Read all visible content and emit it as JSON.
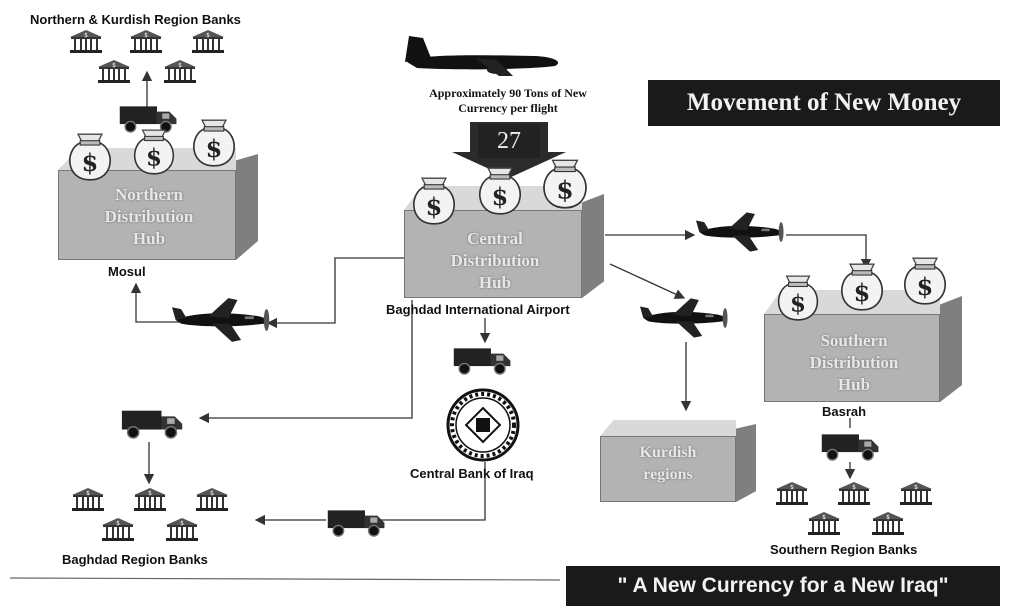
{
  "title": "Movement of New Money",
  "slogan": "\" A New Currency for a New Iraq\"",
  "flight": {
    "caption_line1": "Approximately 90 Tons of New",
    "caption_line2": "Currency per flight",
    "count": "27"
  },
  "hubs": {
    "northern": {
      "line1": "Northern",
      "line2": "Distribution",
      "line3": "Hub",
      "location": "Mosul"
    },
    "central": {
      "line1": "Central",
      "line2": "Distribution",
      "line3": "Hub",
      "location": "Baghdad International Airport"
    },
    "southern": {
      "line1": "Southern",
      "line2": "Distribution",
      "line3": "Hub",
      "location": "Basrah"
    },
    "kurdish": {
      "line1": "Kurdish",
      "line2": "regions"
    }
  },
  "banks": {
    "northern": "Northern & Kurdish Region Banks",
    "baghdad": "Baghdad Region Banks",
    "southern": "Southern Region Banks",
    "central_bank": "Central Bank of Iraq"
  },
  "icons": [
    "money-bag-icon",
    "bank-building-icon",
    "truck-icon",
    "airplane-icon",
    "cargo-jet-icon",
    "central-bank-seal-icon"
  ],
  "colors": {
    "box_front": "#b3b3b3",
    "box_top": "#d9d9d9",
    "box_side": "#7f7f7f",
    "banner": "#1a1a1a",
    "arrow": "#333333"
  }
}
